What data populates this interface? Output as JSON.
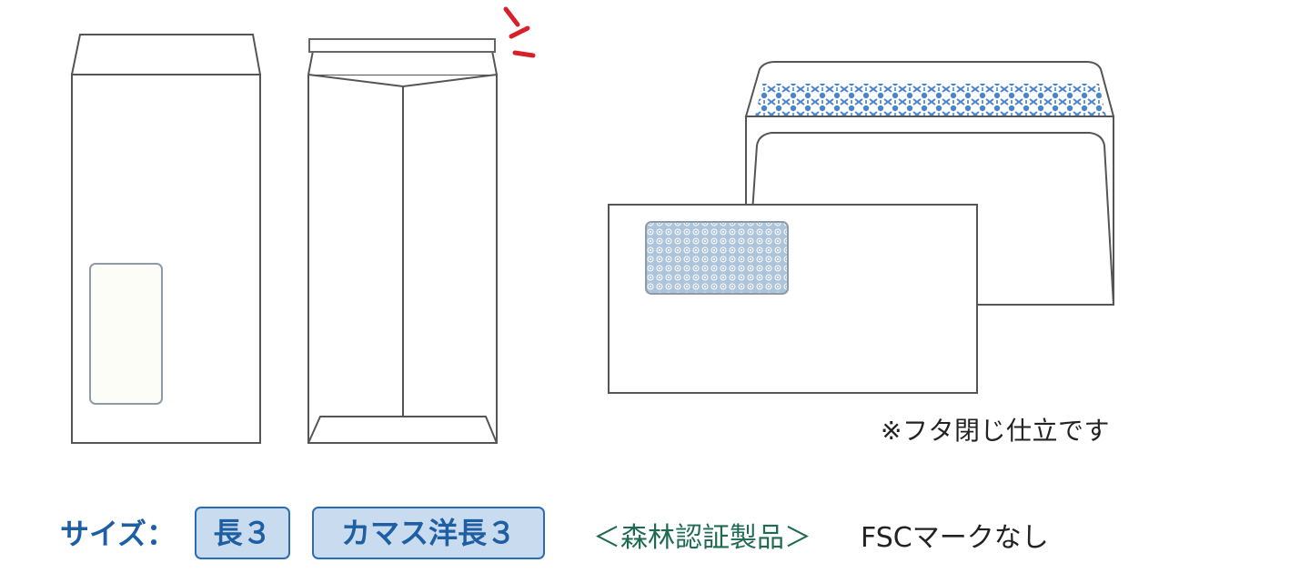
{
  "note": "※フタ閉じ仕立です",
  "size_label": "サイズ：",
  "sizes": [
    "長３",
    "カマス洋長３"
  ],
  "certification": {
    "heading": "＜森林認証製品＞",
    "value": "FSCマークなし"
  },
  "illustrations": [
    {
      "name": "長３ window envelope (front)"
    },
    {
      "name": "カマス洋長３ envelope (back, sealed flap)"
    },
    {
      "name": "洋長３ window envelope (front and back)"
    }
  ],
  "colors": {
    "outline": "#555555",
    "window_border": "#8d9aa8",
    "pattern_blue": "#3d7fc4",
    "accent_red": "#d8202a",
    "chip_fill": "#c9dcef",
    "chip_border": "#2a6db4",
    "label_blue": "#1e5fa3",
    "fsc_green": "#1f6b52"
  }
}
